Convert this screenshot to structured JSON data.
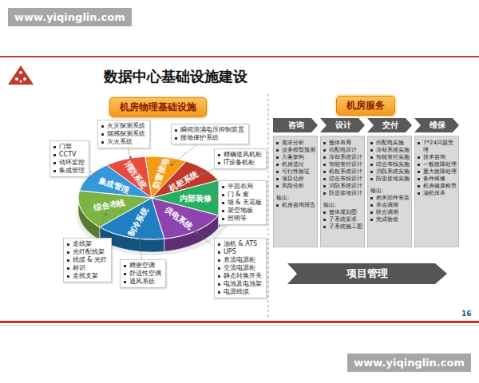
{
  "diagram": {
    "title": "数据中心基础设施建设",
    "nodes": [
      {
        "text": [
          "机房物理基础设施"
        ]
      },
      {
        "text": [
          "火灾探测系统",
          "烟感探测系统",
          "灭火系统"
        ]
      },
      {
        "text": [
          "瞬间浪涌电压抑制装置",
          "接地保护系统"
        ]
      },
      {
        "text": [
          "门禁",
          "CCTV",
          "动环监控",
          "集成管理"
        ]
      },
      {
        "text": [
          "精确送风机柜",
          "IT设备机柜"
        ]
      },
      {
        "text": [
          "消防系统"
        ]
      },
      {
        "text": [
          "防雷接地"
        ]
      },
      {
        "text": [
          "集成管理"
        ]
      },
      {
        "text": [
          "机柜系统"
        ]
      },
      {
        "text": [
          "综合布线"
        ]
      },
      {
        "text": [
          "内部装修"
        ]
      },
      {
        "text": [
          "制冷系统"
        ]
      },
      {
        "text": [
          "供电系统"
        ]
      },
      {
        "text": [
          "平面布局",
          "门 & 窗",
          "墙 & 天花板",
          "架空地板",
          "照明等"
        ]
      },
      {
        "text": [
          "走线架",
          "光纤配线架",
          "线缆 & 光纤",
          "标识",
          "走线支架"
        ]
      },
      {
        "text": [
          "精密空调",
          "舒适性空调",
          "通风系统"
        ]
      },
      {
        "text": [
          "油机 & ATS",
          "UPS",
          "直流电源柜",
          "交流电源柜",
          "静态转换开关",
          "电池及电池架",
          "电源线缆"
        ]
      },
      {
        "text": [
          "机房服务"
        ]
      },
      {
        "text": [
          "咨询"
        ]
      },
      {
        "text": [
          "设计"
        ]
      },
      {
        "text": [
          "交付"
        ]
      },
      {
        "text": [
          "维保"
        ]
      },
      {
        "text": [
          "需求分析",
          "业务模型预测",
          "方案架构",
          "机房选址",
          "可行性验证",
          "项目估价",
          "风险分析",
          "输出:",
          "机房咨询报告"
        ]
      },
      {
        "text": [
          "整体布局",
          "供配电设计",
          "冷却系统设计",
          "智能管控设计",
          "机柜系统设计",
          "综合布线设计",
          "消防系统设计",
          "防雷接地设计",
          "输出:",
          "整体规划图",
          "子系统要求",
          "子系统施工图"
        ]
      },
      {
        "text": [
          "供配电实施",
          "冷却系统实施",
          "智能管控实施",
          "综合布线实施",
          "消防系统实施",
          "防雷接地实施",
          "输出:",
          "相关部件安装",
          "单点调测",
          "联合调测",
          "完成验收"
        ]
      },
      {
        "text": [
          "7*24问题受理",
          "技术咨询",
          "一般故障处理",
          "重大故障处理",
          "备件维修",
          "机房健康检查",
          "油机保养"
        ]
      },
      {
        "text": [
          "项目管理"
        ]
      }
    ],
    "edges": [
      {
        "from": 1,
        "to": 5,
        "arrow": "none"
      },
      {
        "from": 2,
        "to": 6,
        "arrow": "none"
      },
      {
        "from": 3,
        "to": 7,
        "arrow": "none"
      },
      {
        "from": 4,
        "to": 8,
        "arrow": "none"
      },
      {
        "from": 13,
        "to": 10,
        "arrow": "none"
      },
      {
        "from": 14,
        "to": 9,
        "arrow": "none"
      },
      {
        "from": 15,
        "to": 11,
        "arrow": "none"
      },
      {
        "from": 16,
        "to": 12,
        "arrow": "none"
      }
    ],
    "labels": [
      "www.yiqinglin.com",
      "16",
      "www.yiqinglin.com"
    ]
  }
}
